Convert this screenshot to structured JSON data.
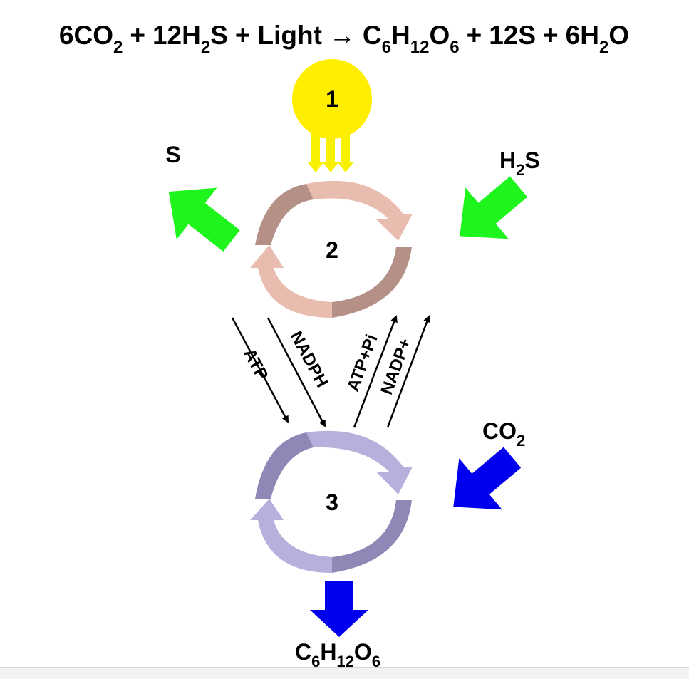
{
  "equation": {
    "co2_coef": "6CO",
    "co2_sub": "2",
    "plus1": "+",
    "h2s_coef": "12H",
    "h2s_sub": "2",
    "h2s_end": "S",
    "plus2": "+",
    "light": "Light",
    "arrow": "→",
    "glucose_c": "C",
    "glucose_c_sub": "6",
    "glucose_h": "H",
    "glucose_h_sub": "12",
    "glucose_o": "O",
    "glucose_o_sub": "6",
    "plus3": "+",
    "sulfur": "12S",
    "plus4": "+",
    "water_coef": "6H",
    "water_sub": "2",
    "water_end": "O"
  },
  "nodes": {
    "sun": "1",
    "light_cycle": "2",
    "dark_cycle": "3"
  },
  "inputs_outputs": {
    "sulfur_out": "S",
    "h2s_in_h": "H",
    "h2s_in_sub": "2",
    "h2s_in_s": "S",
    "co2_in_co": "CO",
    "co2_in_sub": "2",
    "glucose_out_c": "C",
    "glucose_out_c_sub": "6",
    "glucose_out_h": "H",
    "glucose_out_h_sub": "12",
    "glucose_out_o": "O",
    "glucose_out_o_sub": "6"
  },
  "transfers": {
    "atp": "ATP",
    "nadph": "NADPH",
    "atp_pi": "ATP+Pi",
    "nadp": "NADP+"
  },
  "colors": {
    "sun": "#ffee00",
    "light_rays": "#f7f000",
    "green_arrows": "#1df51d",
    "blue_arrows": "#0000ee",
    "cycle2_dark": "#b49086",
    "cycle2_light": "#e8bcae",
    "cycle3_dark": "#8d88b6",
    "cycle3_light": "#b5b0dc"
  }
}
